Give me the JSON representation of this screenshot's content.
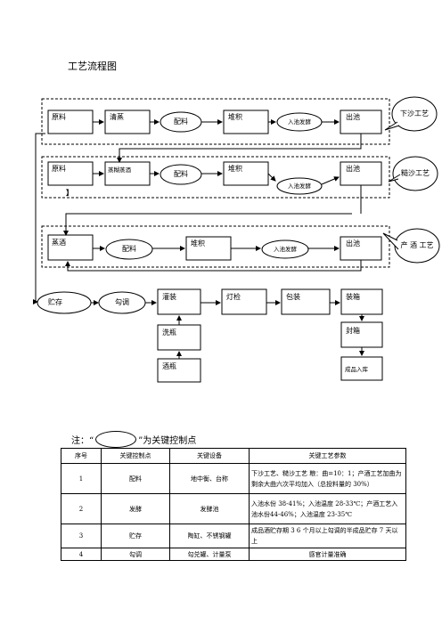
{
  "title": "工艺流程图",
  "row1": {
    "raw": "原料",
    "steam": "清蒸",
    "mix": "配料",
    "pile": "堆积",
    "ferment": "入池发酵",
    "out": "出池"
  },
  "row2": {
    "raw": "原料",
    "steam": "蒸糊蒸酒",
    "mix": "配料",
    "pile": "堆积",
    "ferment": "入池发酵",
    "out": "出池",
    "bracket": "】"
  },
  "row3": {
    "distill": "蒸酒",
    "mix": "配料",
    "pile": "堆积",
    "ferment": "入池发酵",
    "out": "出池"
  },
  "row4": {
    "store": "贮存",
    "blend": "勾调",
    "fill": "灌装",
    "inspect": "灯检",
    "pack": "包装",
    "box": "装箱",
    "wash": "洗瓶",
    "seal": "封箱",
    "bottle": "酒瓶",
    "product": "成品入库"
  },
  "callouts": {
    "xiasha": "下沙工艺",
    "zaosha": "糙沙工艺",
    "chanjiu": "产 酒 工艺"
  },
  "note": {
    "prefix": "注：“",
    "suffix": "”为关键控制点"
  },
  "table": {
    "headers": [
      "序号",
      "关键控制点",
      "关键设备",
      "关键工艺参数"
    ],
    "rows": [
      {
        "no": "1",
        "point": "配料",
        "equipment": "地中衡、台称",
        "params": "下沙工艺、糙沙工艺 粮：曲=10：1；产酒工艺加曲为剩余大曲六次平均加入（总投料量的 30%）"
      },
      {
        "no": "2",
        "point": "发酵",
        "equipment": "发酵池",
        "params": "入池水份 38-41%；入池温度 28-33℃；产酒工艺入池水份44-46%；入池温度 23-35℃"
      },
      {
        "no": "3",
        "point": "贮存",
        "equipment": "陶缸、不锈钢罐",
        "params": "成品酒贮存期 3 6 个月以上勾调的半成品贮存 7 天以上"
      },
      {
        "no": "4",
        "point": "勾调",
        "equipment": "勾兑罐、计量泵",
        "params": "感官计量准确"
      }
    ]
  }
}
